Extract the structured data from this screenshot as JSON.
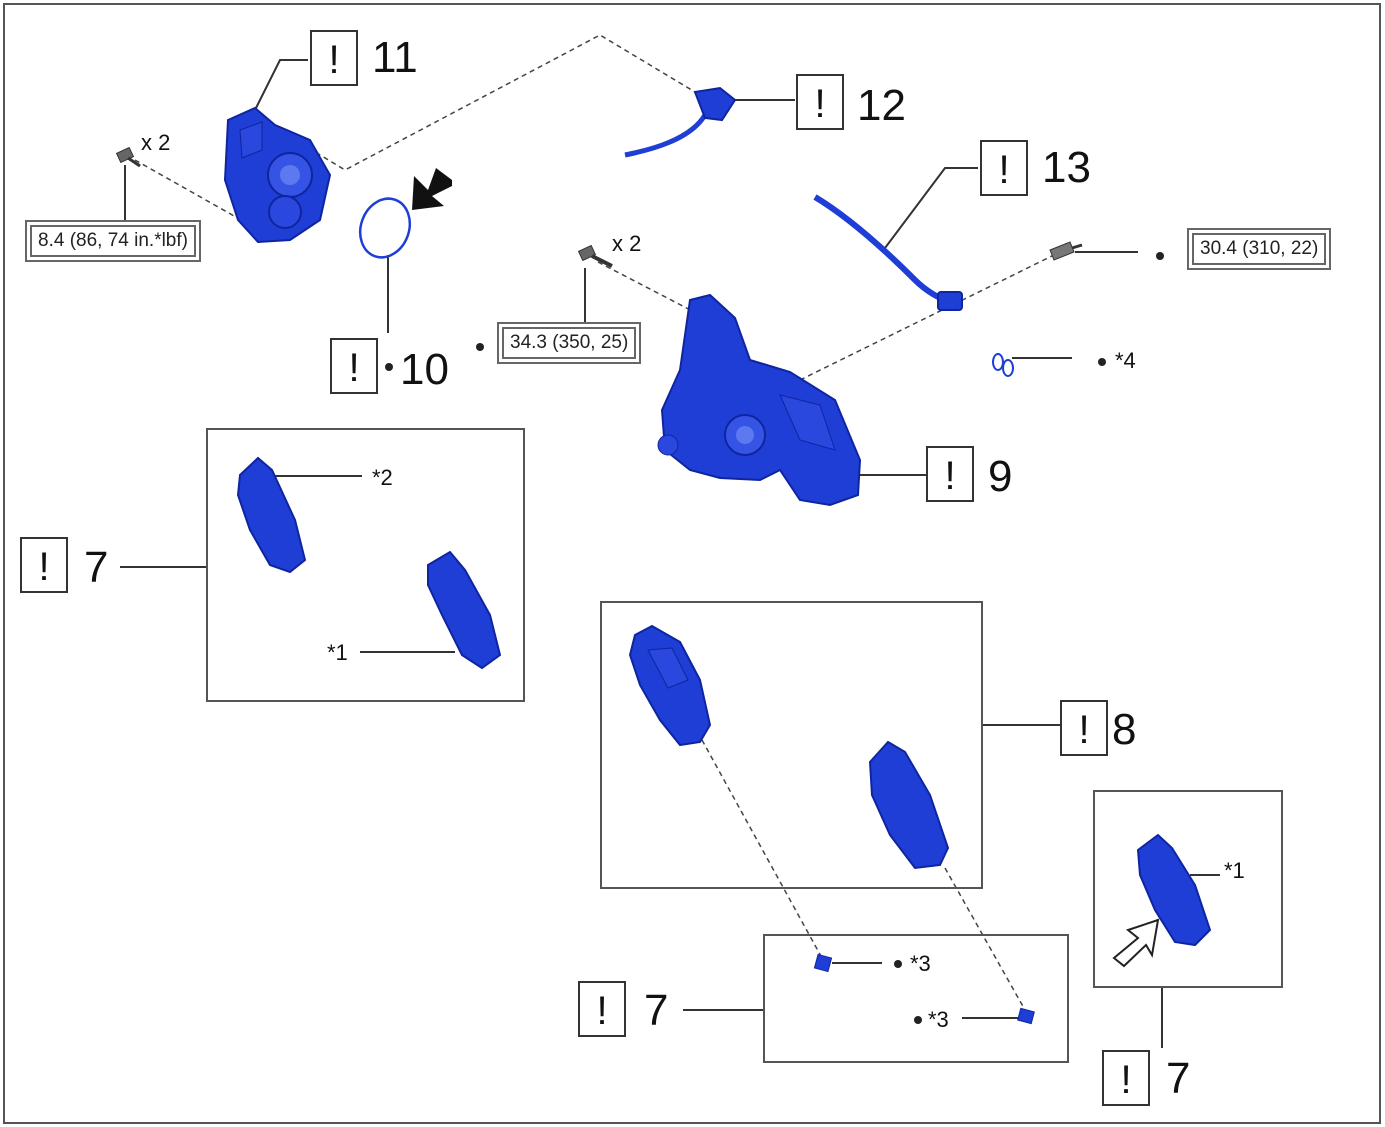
{
  "parts": {
    "p11": {
      "warn": "!",
      "number": "11",
      "qty": "x 2",
      "torque": "8.4 (86, 74 in.*lbf)"
    },
    "p12": {
      "warn": "!",
      "number": "12"
    },
    "p13": {
      "warn": "!",
      "number": "13",
      "torque": "30.4 (310, 22)",
      "note": "*4"
    },
    "p10": {
      "warn": "!",
      "number": "10"
    },
    "p9": {
      "warn": "!",
      "number": "9",
      "qty": "x 2",
      "torque": "34.3 (350, 25)"
    },
    "p8": {
      "warn": "!",
      "number": "8"
    },
    "p7a": {
      "warn": "!",
      "number": "7",
      "note_upper": "*2",
      "note_lower": "*1"
    },
    "p7b": {
      "warn": "!",
      "number": "7",
      "note_a": "*3",
      "note_b": "*3"
    },
    "p7c": {
      "warn": "!",
      "number": "7",
      "note": "*1"
    }
  },
  "colors": {
    "part_fill": "#1E3ED6",
    "part_dark": "#0F25A0",
    "part_light": "#5C79F0",
    "line": "#333333",
    "frame": "#555555"
  }
}
